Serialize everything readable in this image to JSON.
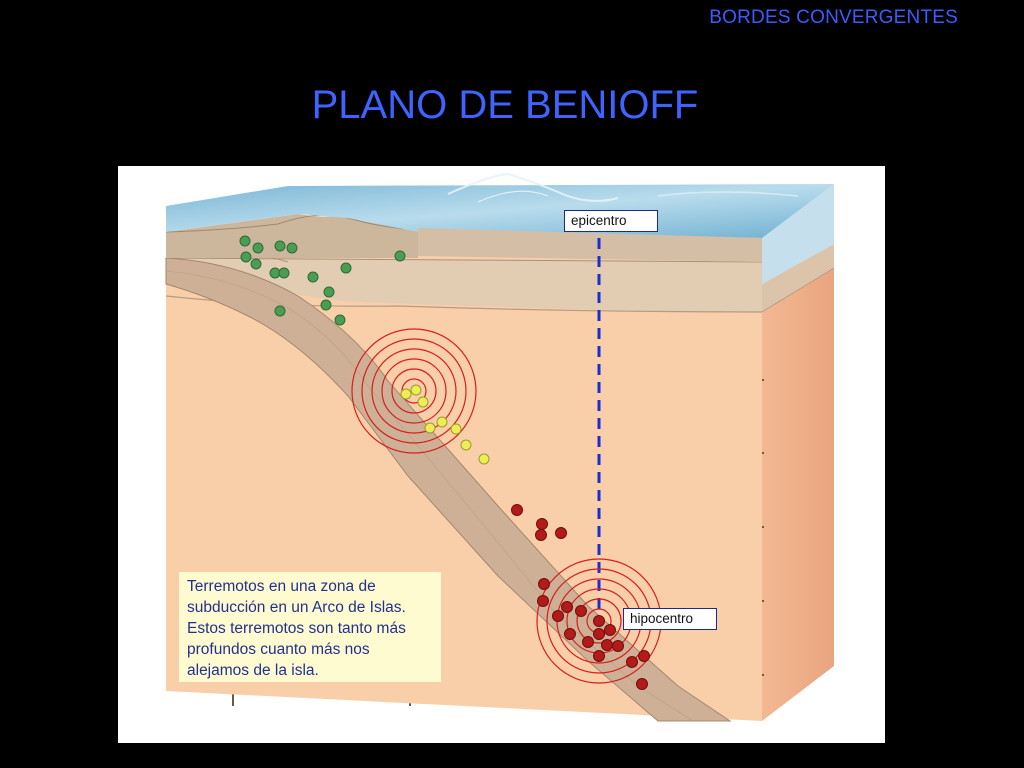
{
  "header": {
    "section_label": "BORDES CONVERGENTES"
  },
  "slide": {
    "title": "PLANO DE BENIOFF"
  },
  "figure": {
    "epicenter_label": "epicentro",
    "hypocenter_label": "hipocentro",
    "caption": "Terremotos en una zona de subducción en un Arco de Islas. Estos terremotos son tanto más profundos cuanto más nos alejamos de la isla.",
    "colors": {
      "shallow_quakes": "#4c9d54",
      "intermediate_quakes": "#eded55",
      "deep_quakes": "#b51a1a",
      "wave_rings": "#d81e1e",
      "epicenter_line": "#1b2fd1",
      "ocean": "#8fc3dc",
      "mantle": "#f6c8a2",
      "slab": "#c8ad92"
    }
  }
}
